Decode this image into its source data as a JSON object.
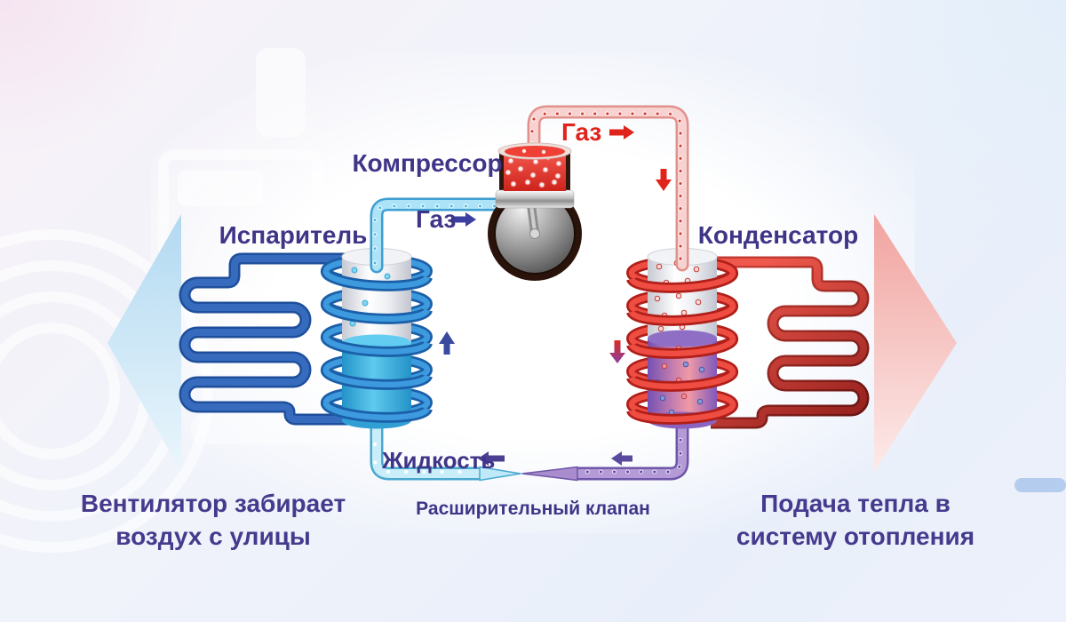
{
  "diagram": {
    "component_labels": {
      "compressor": "Компрессор",
      "evaporator": "Испаритель",
      "condenser": "Конденсатор",
      "expansion_valve": "Расширительный клапан"
    },
    "flow_labels": {
      "gas_hot": "Газ",
      "gas_cold": "Газ",
      "liquid": "Жидкость"
    },
    "captions": {
      "left": [
        "Вентилятор забирает",
        "воздух с улицы"
      ],
      "right": [
        "Подача тепла в",
        "систему отопления"
      ]
    },
    "colors": {
      "label_text": "#3f3588",
      "caption_text": "#453a8d",
      "hot_red": "#e0241b",
      "cold_pipe_blue": "#2c5cae",
      "hot_pipe_red": "#c0231d",
      "liquid_cyan": "#35a7dc",
      "refrigerant_purple": "#6f57a8",
      "bg_arrow_blue": "#b7dcf2",
      "bg_arrow_pink": "#f1a7a3"
    }
  }
}
